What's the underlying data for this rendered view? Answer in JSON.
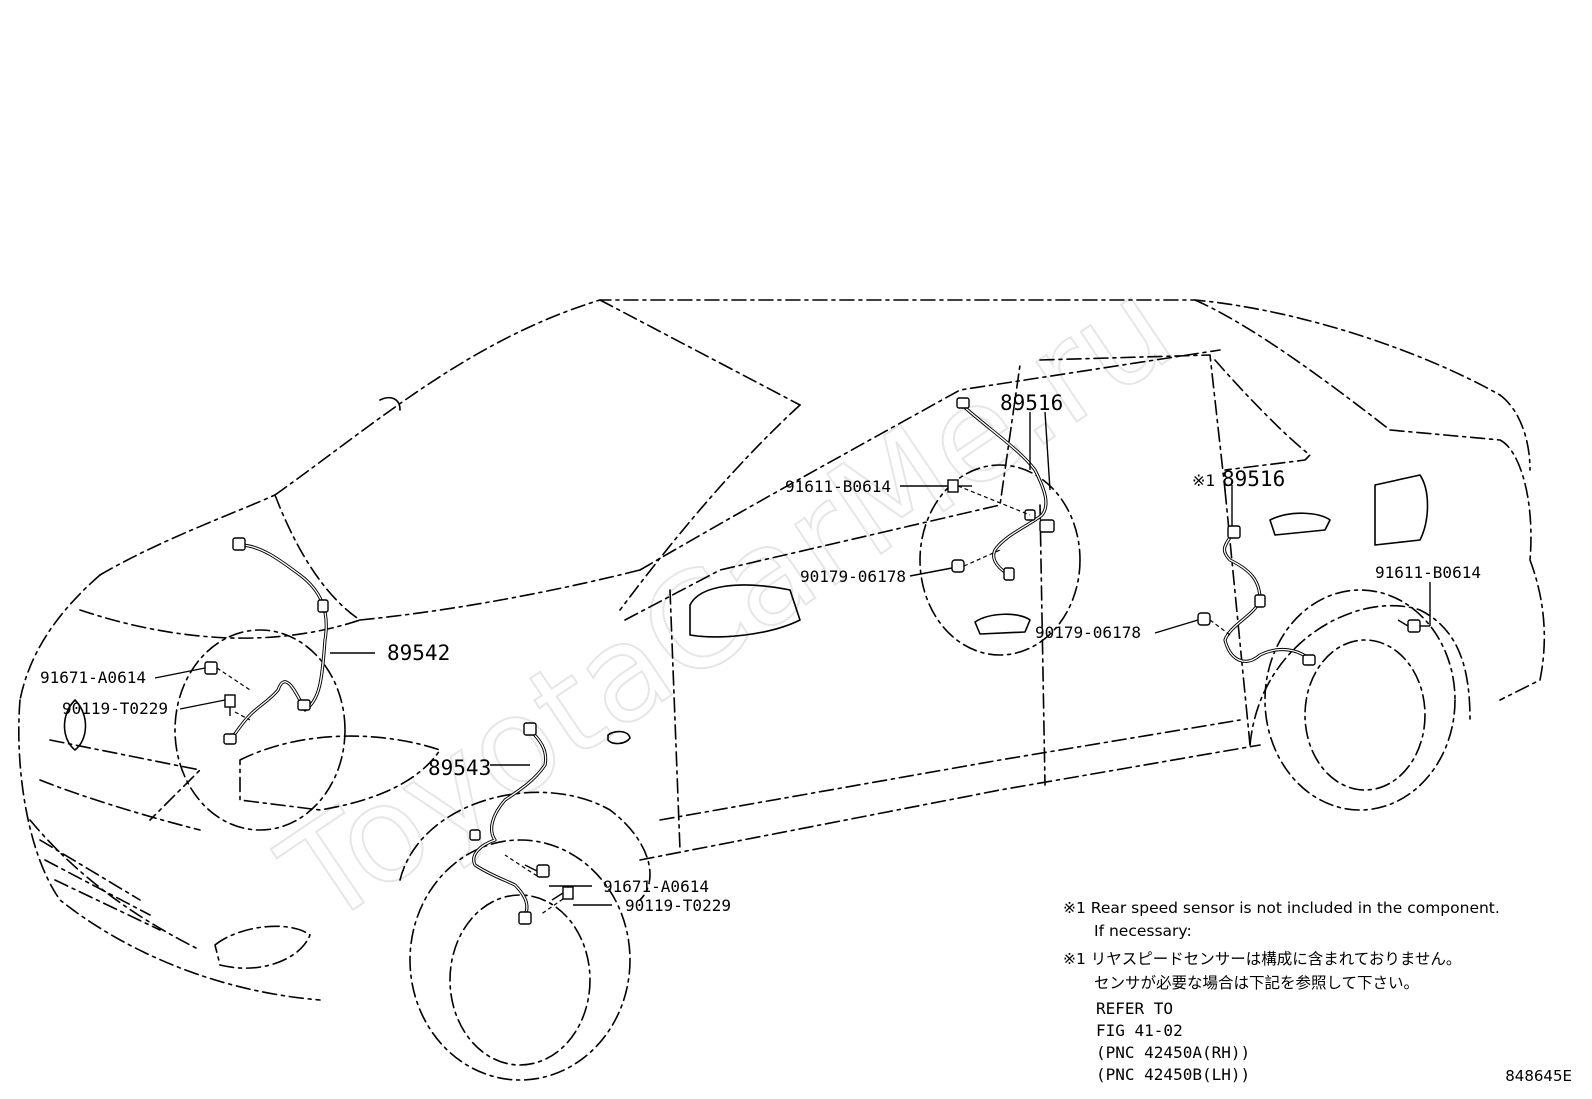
{
  "watermark": "ToyotaCarMe.ru",
  "part_labels": {
    "p89516_top": "89516",
    "p89516_rear": "89516",
    "p89516_rear_mark": "※1",
    "p91611_left": "91611-B0614",
    "p91611_right": "91611-B0614",
    "p90179_left": "90179-06178",
    "p90179_right": "90179-06178",
    "p89542": "89542",
    "p89543": "89543",
    "p91671_upper": "91671-A0614",
    "p90119_upper": "90119-T0229",
    "p91671_lower": "91671-A0614",
    "p90119_lower": "90119-T0229"
  },
  "notes": {
    "en_line1": "※1 Rear speed sensor is not included in the component.",
    "en_line2": "If necessary:",
    "jp_line1": "※1 リヤスピードセンサーは構成に含まれておりません。",
    "jp_line2": "センサが必要な場合は下記を参照して下さい。",
    "refer_1": "REFER TO",
    "refer_2": "FIG 41-02",
    "refer_3": "(PNC 42450A(RH))",
    "refer_4": "(PNC 42450B(LH))"
  },
  "diagram_id": "848645E"
}
